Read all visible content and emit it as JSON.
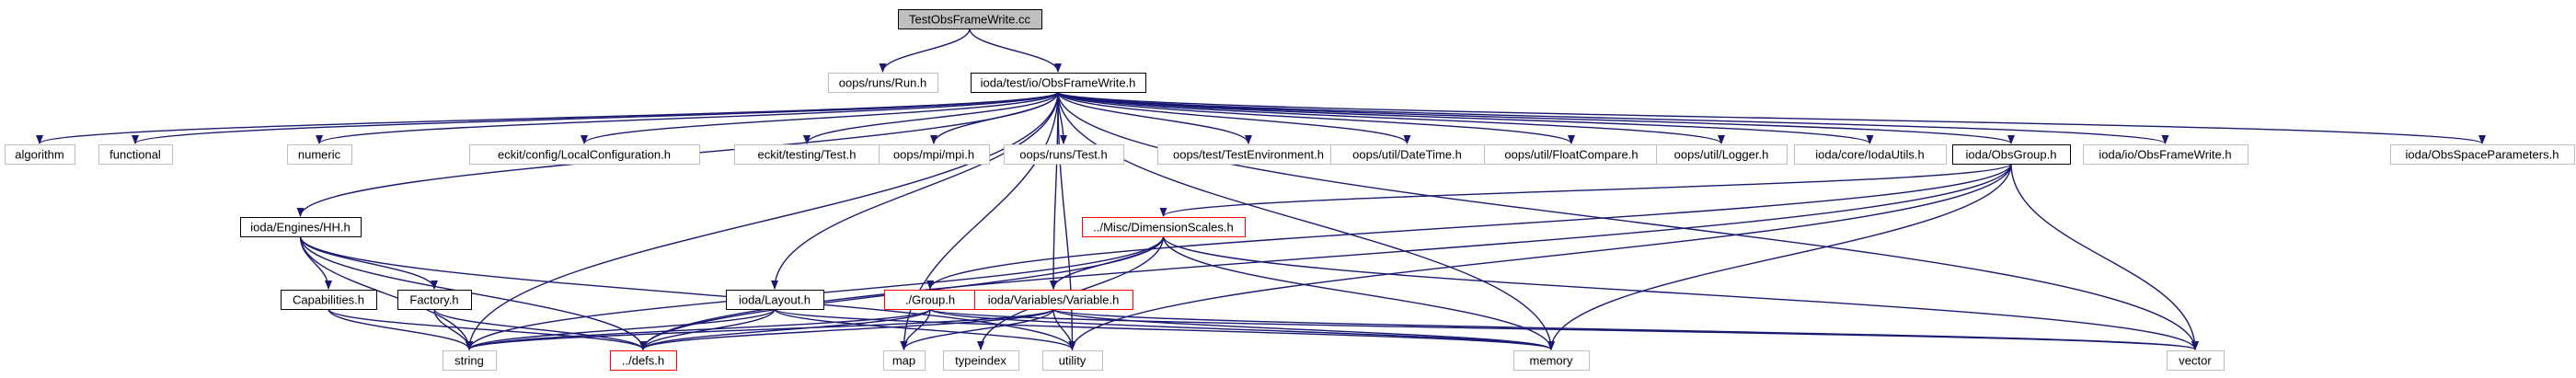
{
  "colors": {
    "edge": "#191970",
    "border_black": "#000000",
    "border_gray": "#bfbfbf",
    "border_red": "#ff0000",
    "root_fill": "#bfbfbf",
    "fill": "#ffffff"
  },
  "nodes": [
    {
      "id": "root",
      "label": "TestObsFrameWrite.cc",
      "style": "root"
    },
    {
      "id": "run",
      "label": "oops/runs/Run.h",
      "style": "gray"
    },
    {
      "id": "ofw",
      "label": "ioda/test/io/ObsFrameWrite.h",
      "style": "black"
    },
    {
      "id": "algorithm",
      "label": "algorithm",
      "style": "gray"
    },
    {
      "id": "functional",
      "label": "functional",
      "style": "gray"
    },
    {
      "id": "numeric",
      "label": "numeric",
      "style": "gray"
    },
    {
      "id": "localconf",
      "label": "eckit/config/LocalConfiguration.h",
      "style": "gray"
    },
    {
      "id": "ecktest",
      "label": "eckit/testing/Test.h",
      "style": "gray"
    },
    {
      "id": "mpi",
      "label": "oops/mpi/mpi.h",
      "style": "gray"
    },
    {
      "id": "runstest",
      "label": "oops/runs/Test.h",
      "style": "gray"
    },
    {
      "id": "testenv",
      "label": "oops/test/TestEnvironment.h",
      "style": "gray"
    },
    {
      "id": "datetime",
      "label": "oops/util/DateTime.h",
      "style": "gray"
    },
    {
      "id": "floatcmp",
      "label": "oops/util/FloatCompare.h",
      "style": "gray"
    },
    {
      "id": "logger",
      "label": "oops/util/Logger.h",
      "style": "gray"
    },
    {
      "id": "iodautils",
      "label": "ioda/core/IodaUtils.h",
      "style": "gray"
    },
    {
      "id": "obsgroup",
      "label": "ioda/ObsGroup.h",
      "style": "black"
    },
    {
      "id": "obsframewrite",
      "label": "ioda/io/ObsFrameWrite.h",
      "style": "gray"
    },
    {
      "id": "obsspace",
      "label": "ioda/ObsSpaceParameters.h",
      "style": "gray"
    },
    {
      "id": "hh",
      "label": "ioda/Engines/HH.h",
      "style": "black"
    },
    {
      "id": "dimscales",
      "label": "../Misc/DimensionScales.h",
      "style": "red"
    },
    {
      "id": "capabilities",
      "label": "Capabilities.h",
      "style": "black"
    },
    {
      "id": "factory",
      "label": "Factory.h",
      "style": "black"
    },
    {
      "id": "layout",
      "label": "ioda/Layout.h",
      "style": "black"
    },
    {
      "id": "group",
      "label": "./Group.h",
      "style": "red"
    },
    {
      "id": "variable",
      "label": "ioda/Variables/Variable.h",
      "style": "red"
    },
    {
      "id": "string",
      "label": "string",
      "style": "gray"
    },
    {
      "id": "defs",
      "label": "../defs.h",
      "style": "red"
    },
    {
      "id": "map",
      "label": "map",
      "style": "gray"
    },
    {
      "id": "typeindex",
      "label": "typeindex",
      "style": "gray"
    },
    {
      "id": "utility",
      "label": "utility",
      "style": "gray"
    },
    {
      "id": "memory",
      "label": "memory",
      "style": "gray"
    },
    {
      "id": "vector",
      "label": "vector",
      "style": "gray"
    }
  ],
  "edges": [
    [
      "root",
      "run"
    ],
    [
      "root",
      "ofw"
    ],
    [
      "ofw",
      "algorithm"
    ],
    [
      "ofw",
      "functional"
    ],
    [
      "ofw",
      "numeric"
    ],
    [
      "ofw",
      "localconf"
    ],
    [
      "ofw",
      "ecktest"
    ],
    [
      "ofw",
      "mpi"
    ],
    [
      "ofw",
      "runstest"
    ],
    [
      "ofw",
      "testenv"
    ],
    [
      "ofw",
      "datetime"
    ],
    [
      "ofw",
      "floatcmp"
    ],
    [
      "ofw",
      "logger"
    ],
    [
      "ofw",
      "iodautils"
    ],
    [
      "ofw",
      "obsgroup"
    ],
    [
      "ofw",
      "obsframewrite"
    ],
    [
      "ofw",
      "obsspace"
    ],
    [
      "ofw",
      "hh"
    ],
    [
      "ofw",
      "string"
    ],
    [
      "ofw",
      "map"
    ],
    [
      "ofw",
      "layout"
    ],
    [
      "ofw",
      "variable"
    ],
    [
      "ofw",
      "utility"
    ],
    [
      "ofw",
      "memory"
    ],
    [
      "ofw",
      "vector"
    ],
    [
      "obsgroup",
      "dimscales"
    ],
    [
      "obsgroup",
      "group"
    ],
    [
      "obsgroup",
      "defs"
    ],
    [
      "obsgroup",
      "utility"
    ],
    [
      "obsgroup",
      "memory"
    ],
    [
      "obsgroup",
      "vector"
    ],
    [
      "hh",
      "capabilities"
    ],
    [
      "hh",
      "factory"
    ],
    [
      "hh",
      "string"
    ],
    [
      "hh",
      "defs"
    ],
    [
      "hh",
      "utility"
    ],
    [
      "capabilities",
      "string"
    ],
    [
      "capabilities",
      "defs"
    ],
    [
      "factory",
      "string"
    ],
    [
      "factory",
      "defs"
    ],
    [
      "dimscales",
      "variable"
    ],
    [
      "dimscales",
      "string"
    ],
    [
      "dimscales",
      "defs"
    ],
    [
      "dimscales",
      "typeindex"
    ],
    [
      "dimscales",
      "memory"
    ],
    [
      "dimscales",
      "vector"
    ],
    [
      "layout",
      "string"
    ],
    [
      "layout",
      "defs"
    ],
    [
      "layout",
      "utility"
    ],
    [
      "layout",
      "memory"
    ],
    [
      "group",
      "string"
    ],
    [
      "group",
      "defs"
    ],
    [
      "group",
      "map"
    ],
    [
      "group",
      "memory"
    ],
    [
      "group",
      "vector"
    ],
    [
      "variable",
      "string"
    ],
    [
      "variable",
      "defs"
    ],
    [
      "variable",
      "map"
    ],
    [
      "variable",
      "utility"
    ],
    [
      "variable",
      "memory"
    ],
    [
      "variable",
      "vector"
    ]
  ]
}
